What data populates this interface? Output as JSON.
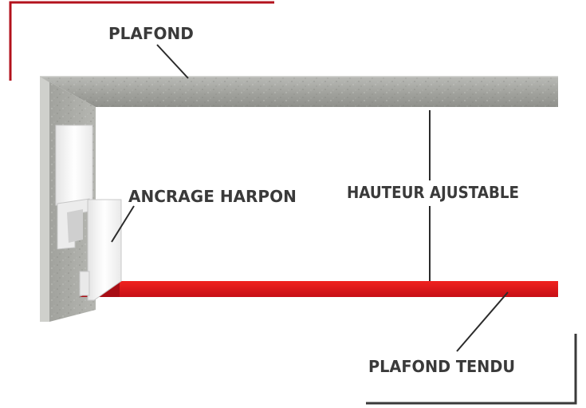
{
  "labels": {
    "ceiling": "PLAFOND",
    "anchor": "ANCRAGE HARPON",
    "height": "HAUTEUR AJUSTABLE",
    "stretch_ceiling": "PLAFOND TENDU"
  },
  "colors": {
    "frame_top_left": "#b3121c",
    "frame_bottom_right": "#3a3a3a",
    "concrete": "#a9aaa6",
    "stretch_membrane": "#e3141b",
    "label_text": "#3a3a3a",
    "profile": "#f2f2f2"
  }
}
